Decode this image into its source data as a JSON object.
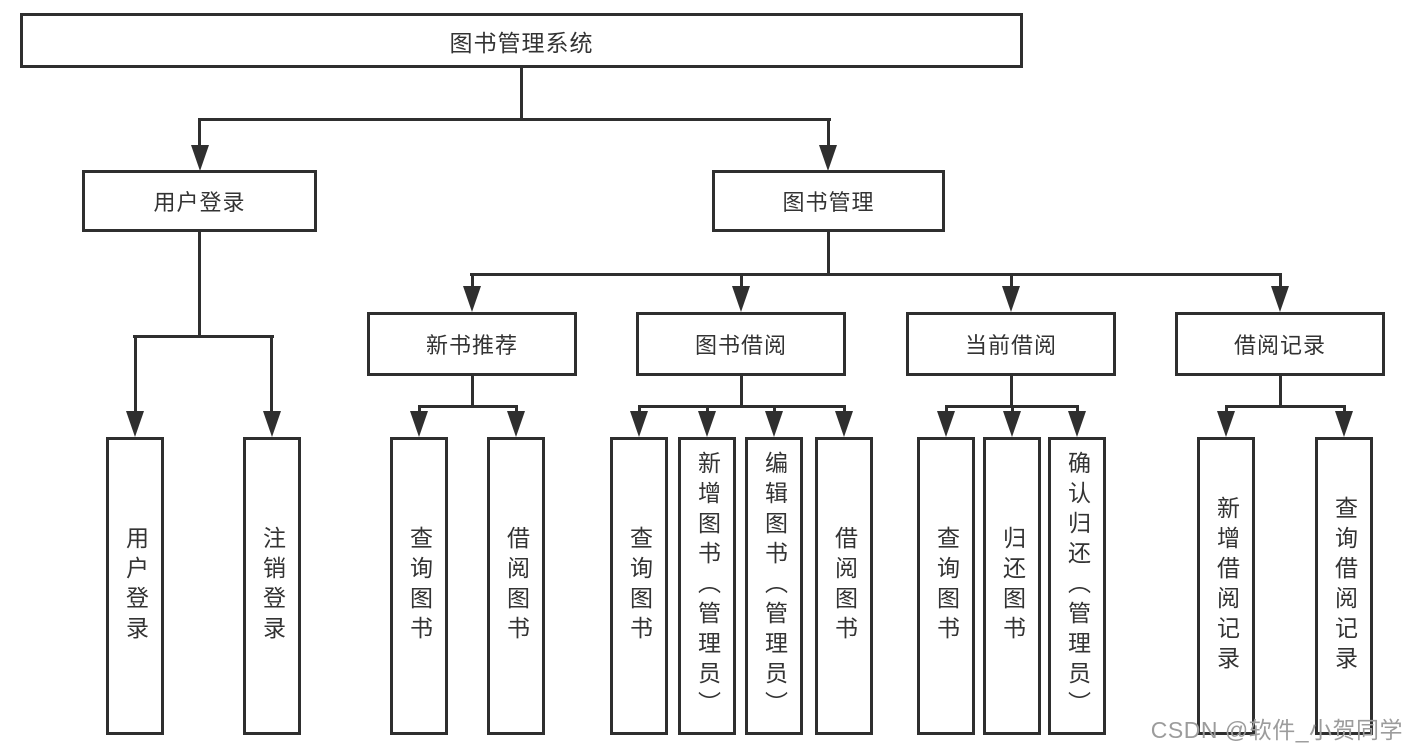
{
  "diagram": {
    "kind": "hierarchy-tree",
    "title": "图书管理系统"
  },
  "tree": {
    "label": "图书管理系统",
    "children": [
      {
        "label": "用户登录",
        "children": [
          {
            "label": "用户登录"
          },
          {
            "label": "注销登录"
          }
        ]
      },
      {
        "label": "图书管理",
        "children": [
          {
            "label": "新书推荐",
            "children": [
              {
                "label": "查询图书"
              },
              {
                "label": "借阅图书"
              }
            ]
          },
          {
            "label": "图书借阅",
            "children": [
              {
                "label": "查询图书"
              },
              {
                "label": "新增图书（管理员）"
              },
              {
                "label": "编辑图书（管理员）"
              },
              {
                "label": "借阅图书"
              }
            ]
          },
          {
            "label": "当前借阅",
            "children": [
              {
                "label": "查询图书"
              },
              {
                "label": "归还图书"
              },
              {
                "label": "确认归还（管理员）"
              }
            ]
          },
          {
            "label": "借阅记录",
            "children": [
              {
                "label": "新增借阅记录"
              },
              {
                "label": "查询借阅记录"
              }
            ]
          }
        ]
      }
    ]
  },
  "watermark": {
    "text": "CSDN @软件_小贺同学"
  },
  "colors": {
    "line": "#2f2f2f",
    "text": "#333333",
    "background": "#ffffff",
    "watermark": "#9c9c9c"
  }
}
